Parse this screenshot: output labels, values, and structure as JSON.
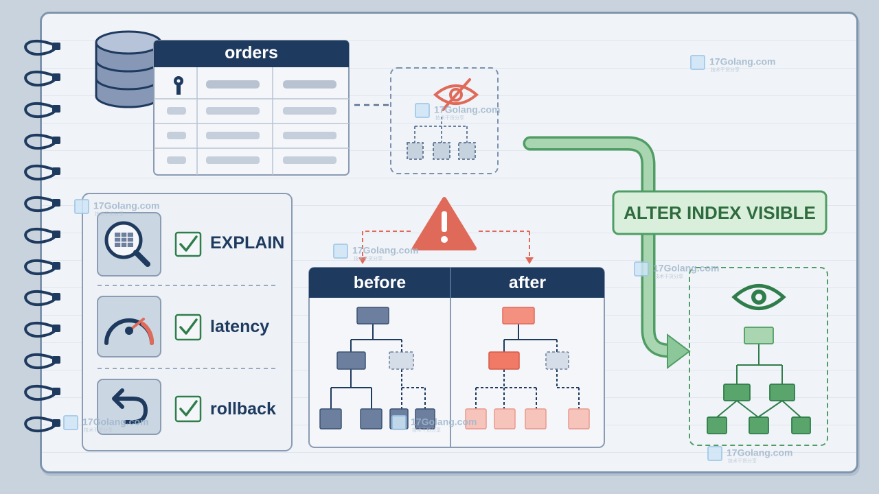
{
  "table": {
    "name": "orders"
  },
  "checks": [
    {
      "label": "EXPLAIN",
      "icon": "explain-magnifier-icon"
    },
    {
      "label": "latency",
      "icon": "speedometer-icon"
    },
    {
      "label": "rollback",
      "icon": "undo-arrow-icon"
    }
  ],
  "comparison": {
    "before_label": "before",
    "after_label": "after"
  },
  "command": {
    "label": "ALTER INDEX VISIBLE"
  },
  "watermark": {
    "text": "17Golang.com",
    "sub": "技术干货分享"
  },
  "colors": {
    "navy": "#1e3a5f",
    "slate": "#6c7f9e",
    "red": "#e06a5a",
    "red_light": "#f7c4bc",
    "green": "#4f9d64",
    "green_light": "#a9d6b0",
    "check_green": "#2e7d4a",
    "page_bg": "#f0f3f7"
  }
}
